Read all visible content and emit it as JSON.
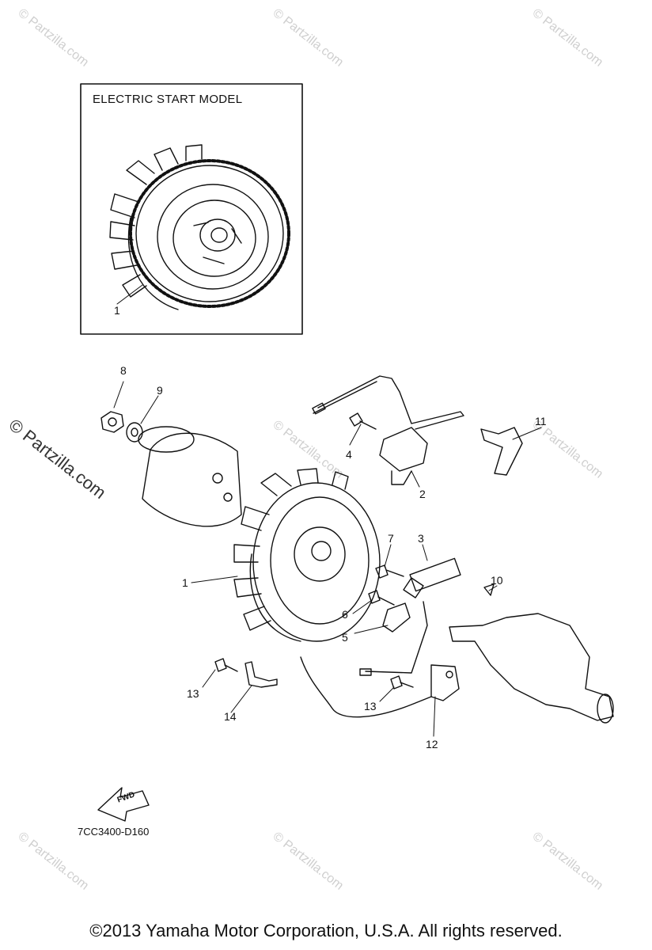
{
  "inset": {
    "title": "ELECTRIC START MODEL",
    "callout": "1"
  },
  "callouts": {
    "c1": "1",
    "c2": "2",
    "c3": "3",
    "c4": "4",
    "c5": "5",
    "c6": "6",
    "c7": "7",
    "c8": "8",
    "c9": "9",
    "c10": "10",
    "c11": "11",
    "c12": "12",
    "c13a": "13",
    "c13b": "13",
    "c14": "14"
  },
  "fwd_label": "FWD",
  "diagram_code": "7CC3400-D160",
  "watermark": {
    "small": "© Partzilla.com",
    "large": "© Partzilla.com"
  },
  "copyright": "©2013  Yamaha Motor Corporation, U.S.A. All rights reserved."
}
